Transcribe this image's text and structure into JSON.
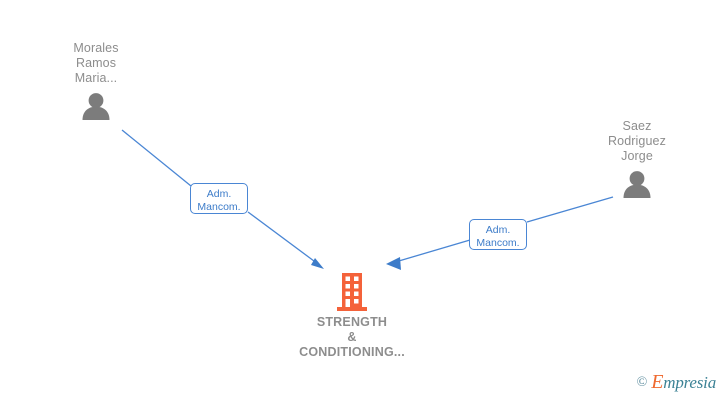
{
  "diagram": {
    "type": "relationship-graph",
    "background_color": "#ffffff",
    "accent_blue": "#4a86d4",
    "node_gray": "#8d8d8d",
    "company_orange": "#f4623a",
    "nodes": [
      {
        "id": "person-left",
        "kind": "person",
        "icon": "person-icon",
        "label": "Morales\nRamos\nMaria...",
        "label_lines": [
          "Morales",
          "Ramos",
          "Maria..."
        ]
      },
      {
        "id": "person-right",
        "kind": "person",
        "icon": "person-icon",
        "label": "Saez\nRodriguez\nJorge",
        "label_lines": [
          "Saez",
          "Rodriguez",
          "Jorge"
        ]
      },
      {
        "id": "company-center",
        "kind": "company",
        "icon": "building-icon",
        "label": "STRENGTH\n&\nCONDITIONING...",
        "label_lines": [
          "STRENGTH",
          "&",
          "CONDITIONING..."
        ]
      }
    ],
    "edges": [
      {
        "id": "edge-left",
        "from": "person-left",
        "to": "company-center",
        "label": "Adm.\nMancom.",
        "direction": "to-company"
      },
      {
        "id": "edge-right",
        "from": "person-right",
        "to": "company-center",
        "label": "Adm.\nMancom.",
        "direction": "to-company"
      }
    ]
  },
  "watermark": {
    "copyright": "©",
    "brand_first_letter": "E",
    "brand_rest": "mpresia",
    "brand": "Empresia"
  }
}
